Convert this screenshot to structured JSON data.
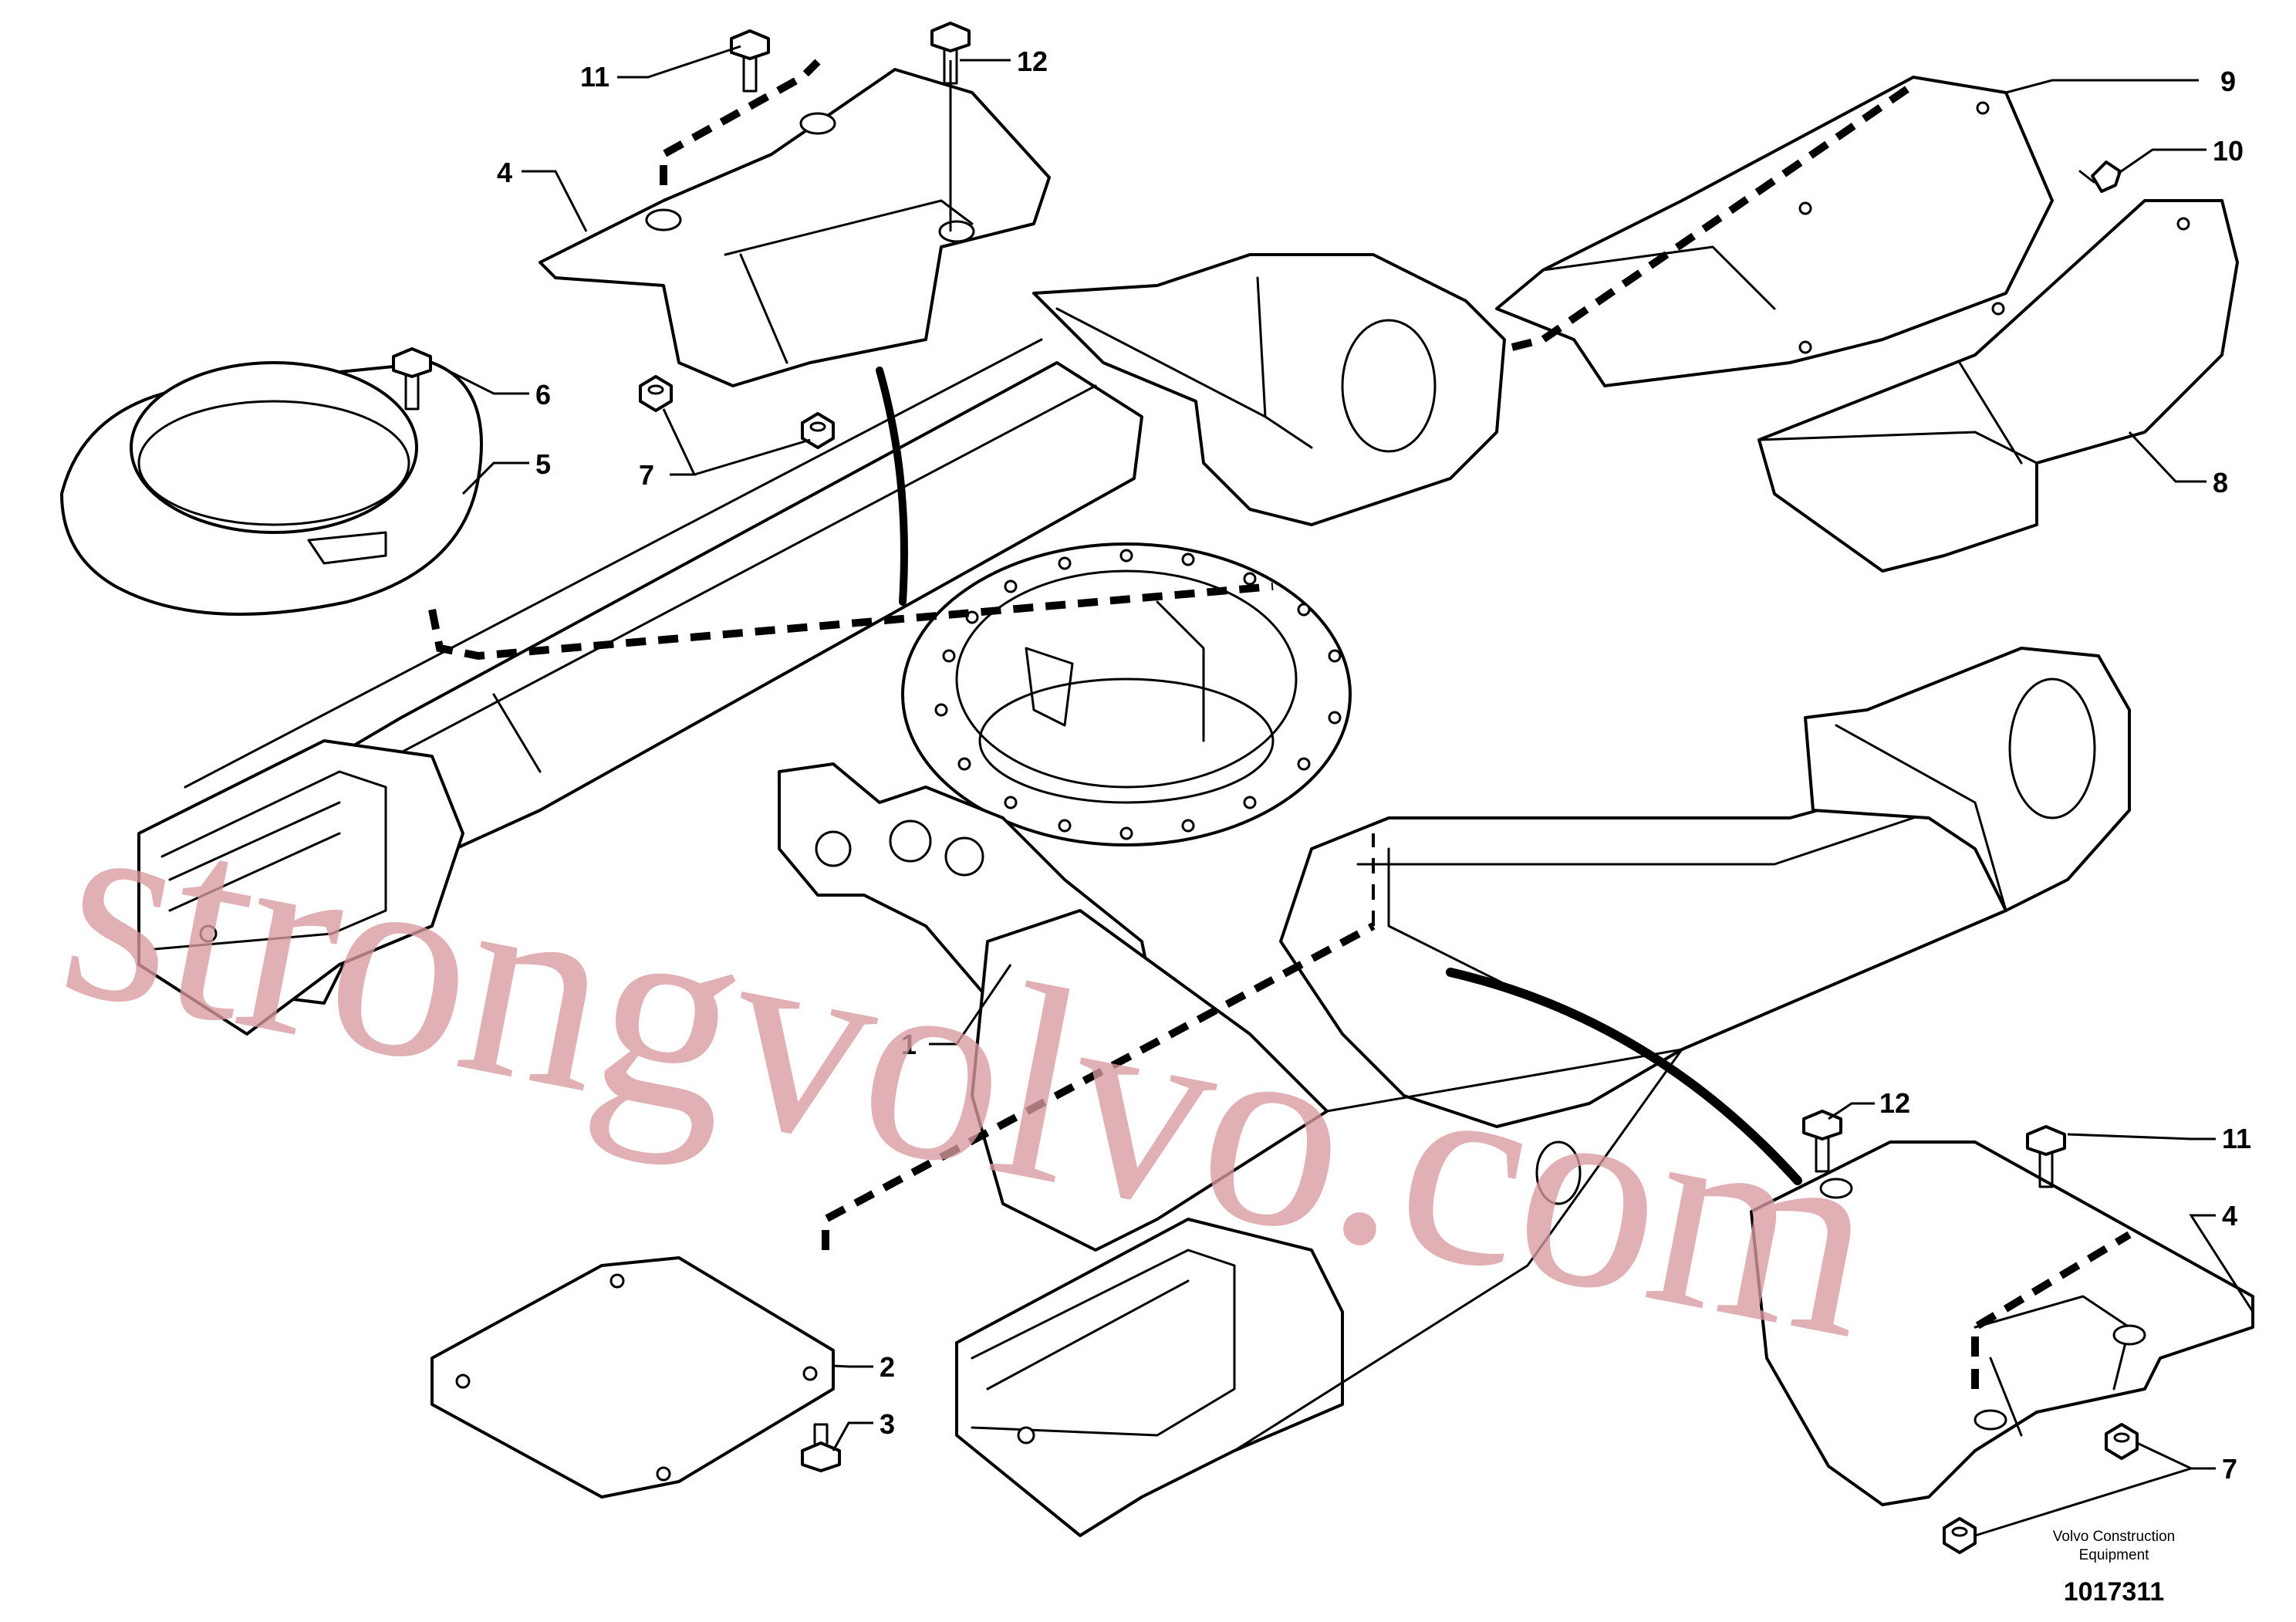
{
  "callouts": {
    "c1": "1",
    "c2": "2",
    "c3": "3",
    "c4a": "4",
    "c4b": "4",
    "c5": "5",
    "c6": "6",
    "c7a": "7",
    "c7b": "7",
    "c8": "8",
    "c9": "9",
    "c10": "10",
    "c11a": "11",
    "c11b": "11",
    "c12a": "12",
    "c12b": "12"
  },
  "title_block": {
    "company_line1": "Volvo Construction",
    "company_line2": "Equipment",
    "drawing_number": "1017311"
  },
  "watermark": {
    "text": "strongvolvo.com",
    "color": "#d89aa0"
  },
  "colors": {
    "line": "#000000",
    "background": "#ffffff"
  }
}
